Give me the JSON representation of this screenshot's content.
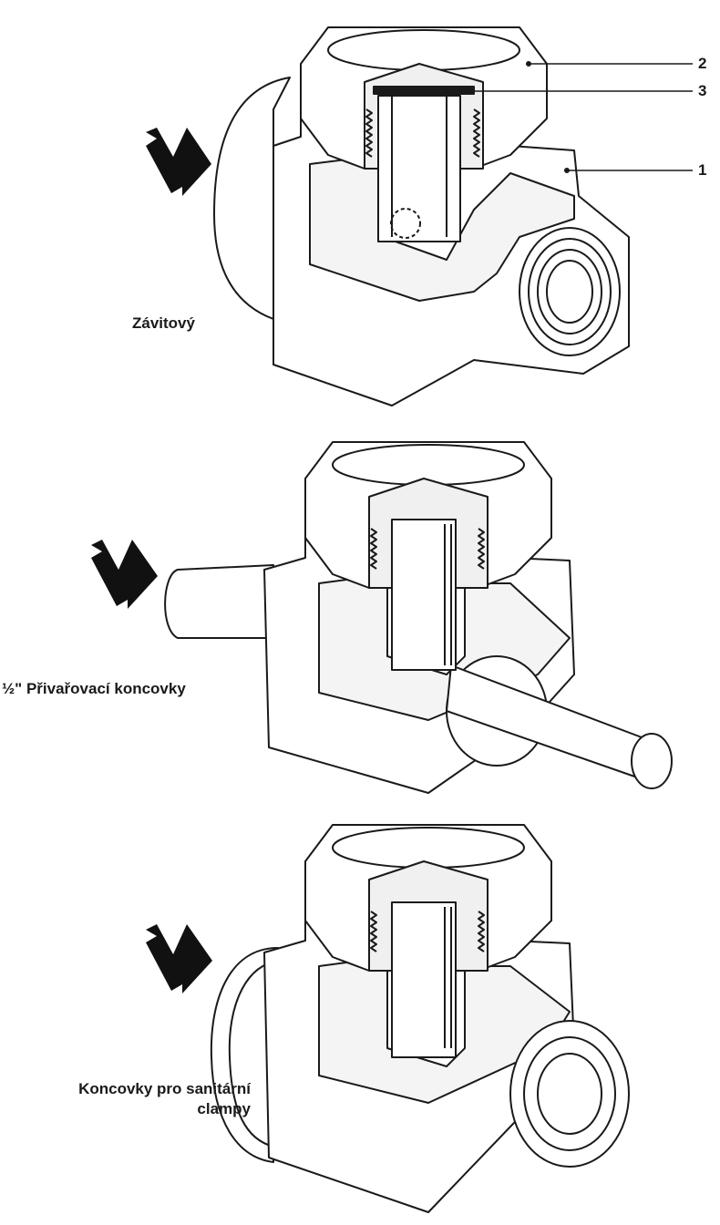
{
  "callouts": [
    "2",
    "3",
    "1"
  ],
  "variants": [
    {
      "label": "Závitový"
    },
    {
      "label": "½\" Přivařovací koncovky"
    },
    {
      "label_line1": "Koncovky pro sanitární",
      "label_line2": "clampy"
    }
  ],
  "colors": {
    "line": "#1a1a1a",
    "fill": "#ffffff",
    "arrow": "#111111"
  }
}
